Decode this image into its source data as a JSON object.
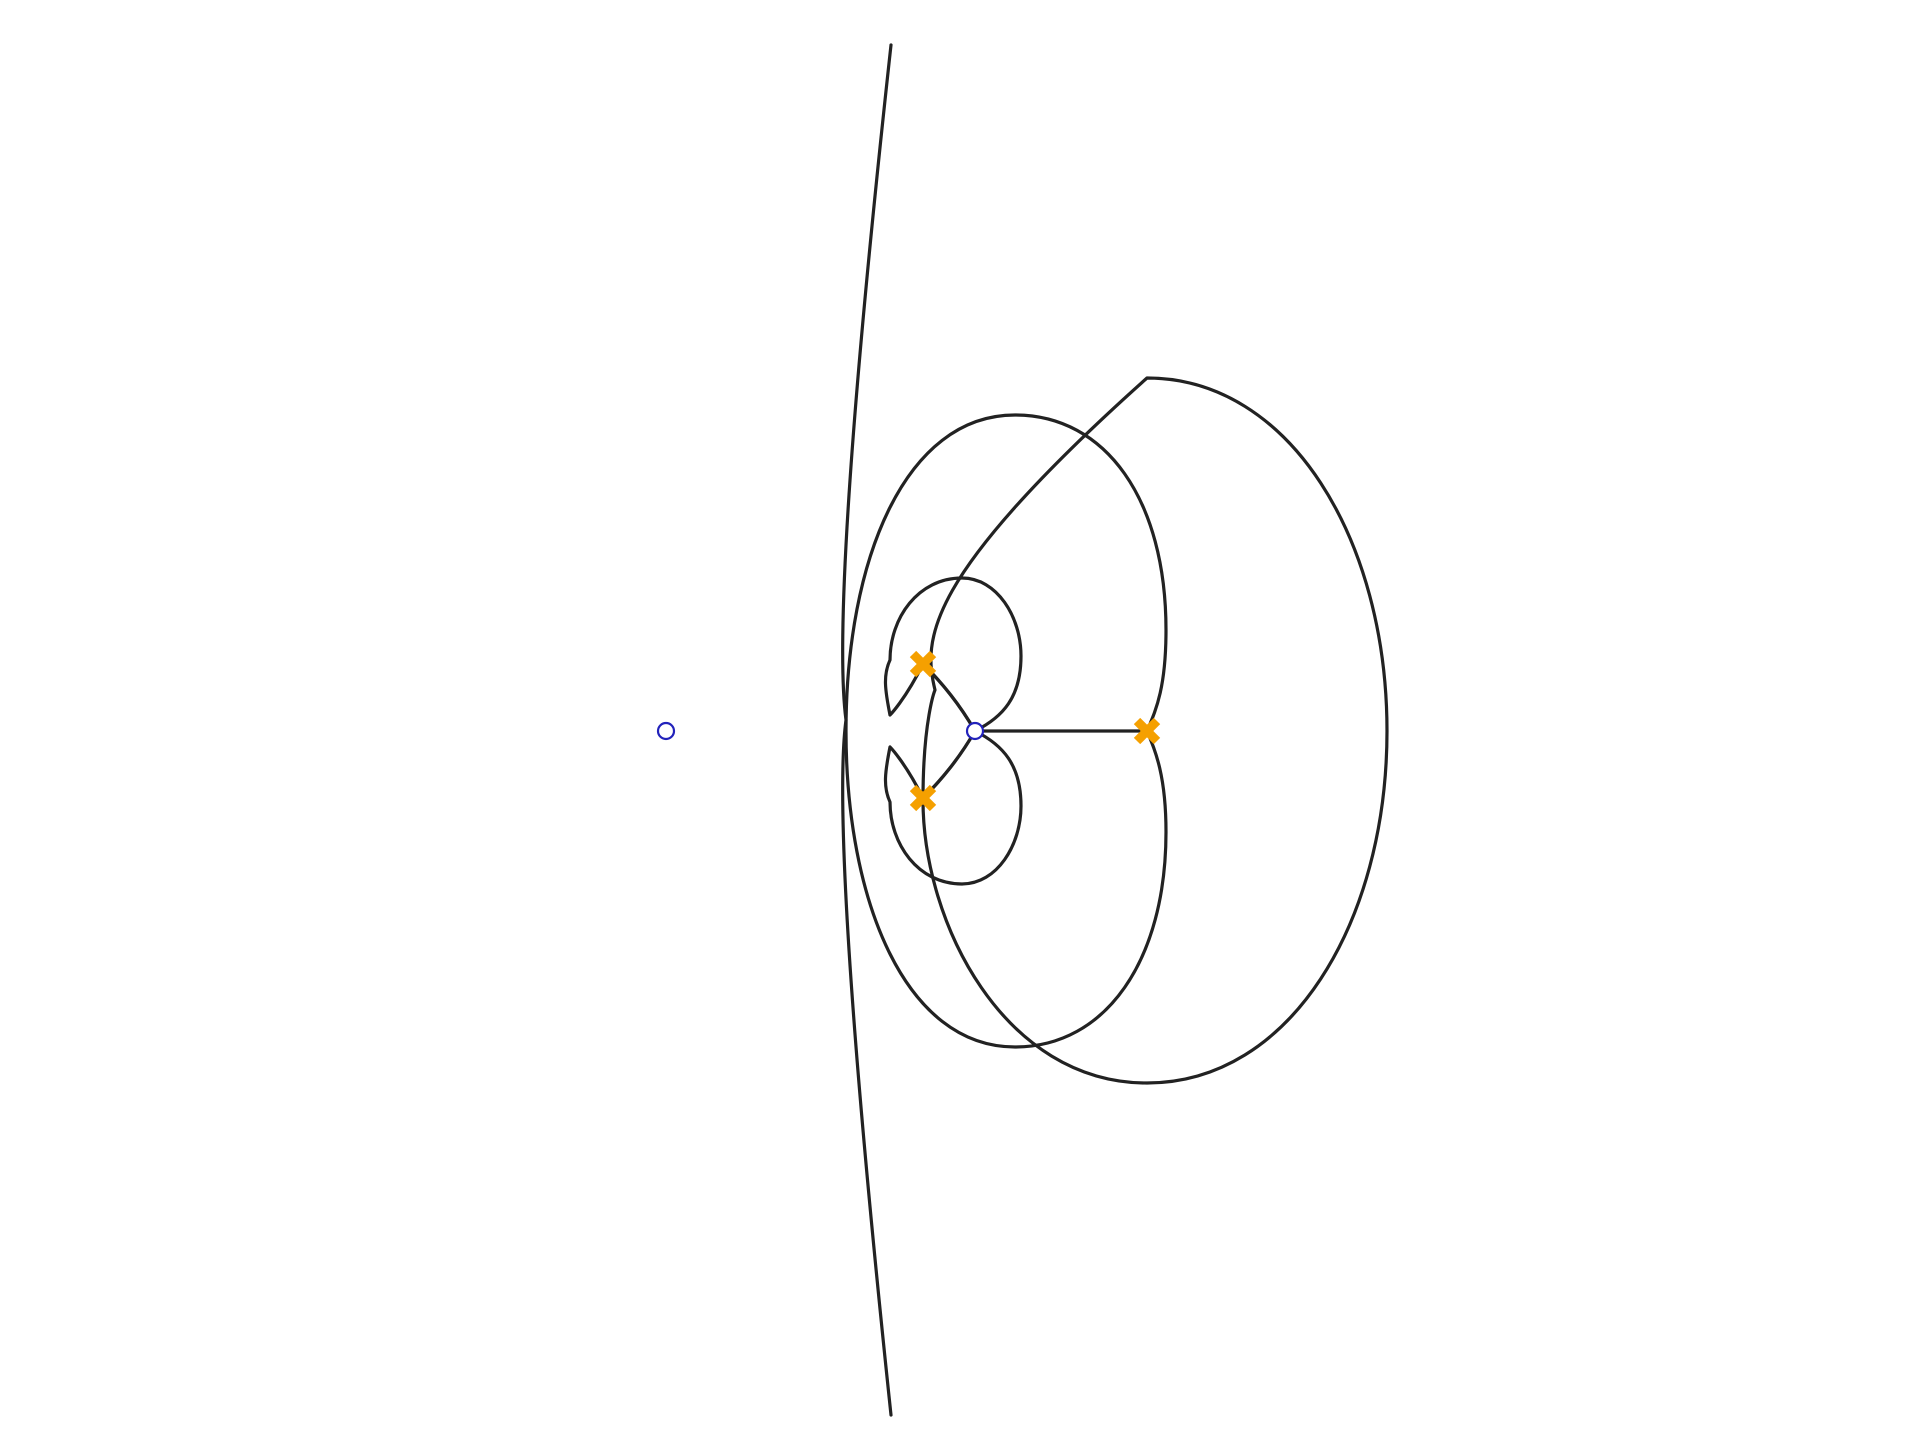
{
  "colors": {
    "background": "#ffffff",
    "curve_stroke": "#222222",
    "marker_color": "#f5a000",
    "point_stroke": "#2222bb"
  },
  "figure": {
    "curves": [
      {
        "name": "left-arc"
      },
      {
        "name": "large-outer-loop"
      },
      {
        "name": "middle-loop"
      },
      {
        "name": "upper-small-loop"
      },
      {
        "name": "lower-small-loop"
      },
      {
        "name": "upper-inner-connector"
      },
      {
        "name": "lower-inner-connector"
      },
      {
        "name": "horizontal-segment"
      }
    ],
    "markers": [
      {
        "name": "cross-marker-right",
        "shape": "x"
      },
      {
        "name": "cross-marker-upper-left",
        "shape": "x"
      },
      {
        "name": "cross-marker-lower-left",
        "shape": "x"
      }
    ],
    "points": [
      {
        "name": "center-point",
        "shape": "hollow-circle"
      },
      {
        "name": "left-isolated-point",
        "shape": "hollow-circle"
      }
    ]
  }
}
